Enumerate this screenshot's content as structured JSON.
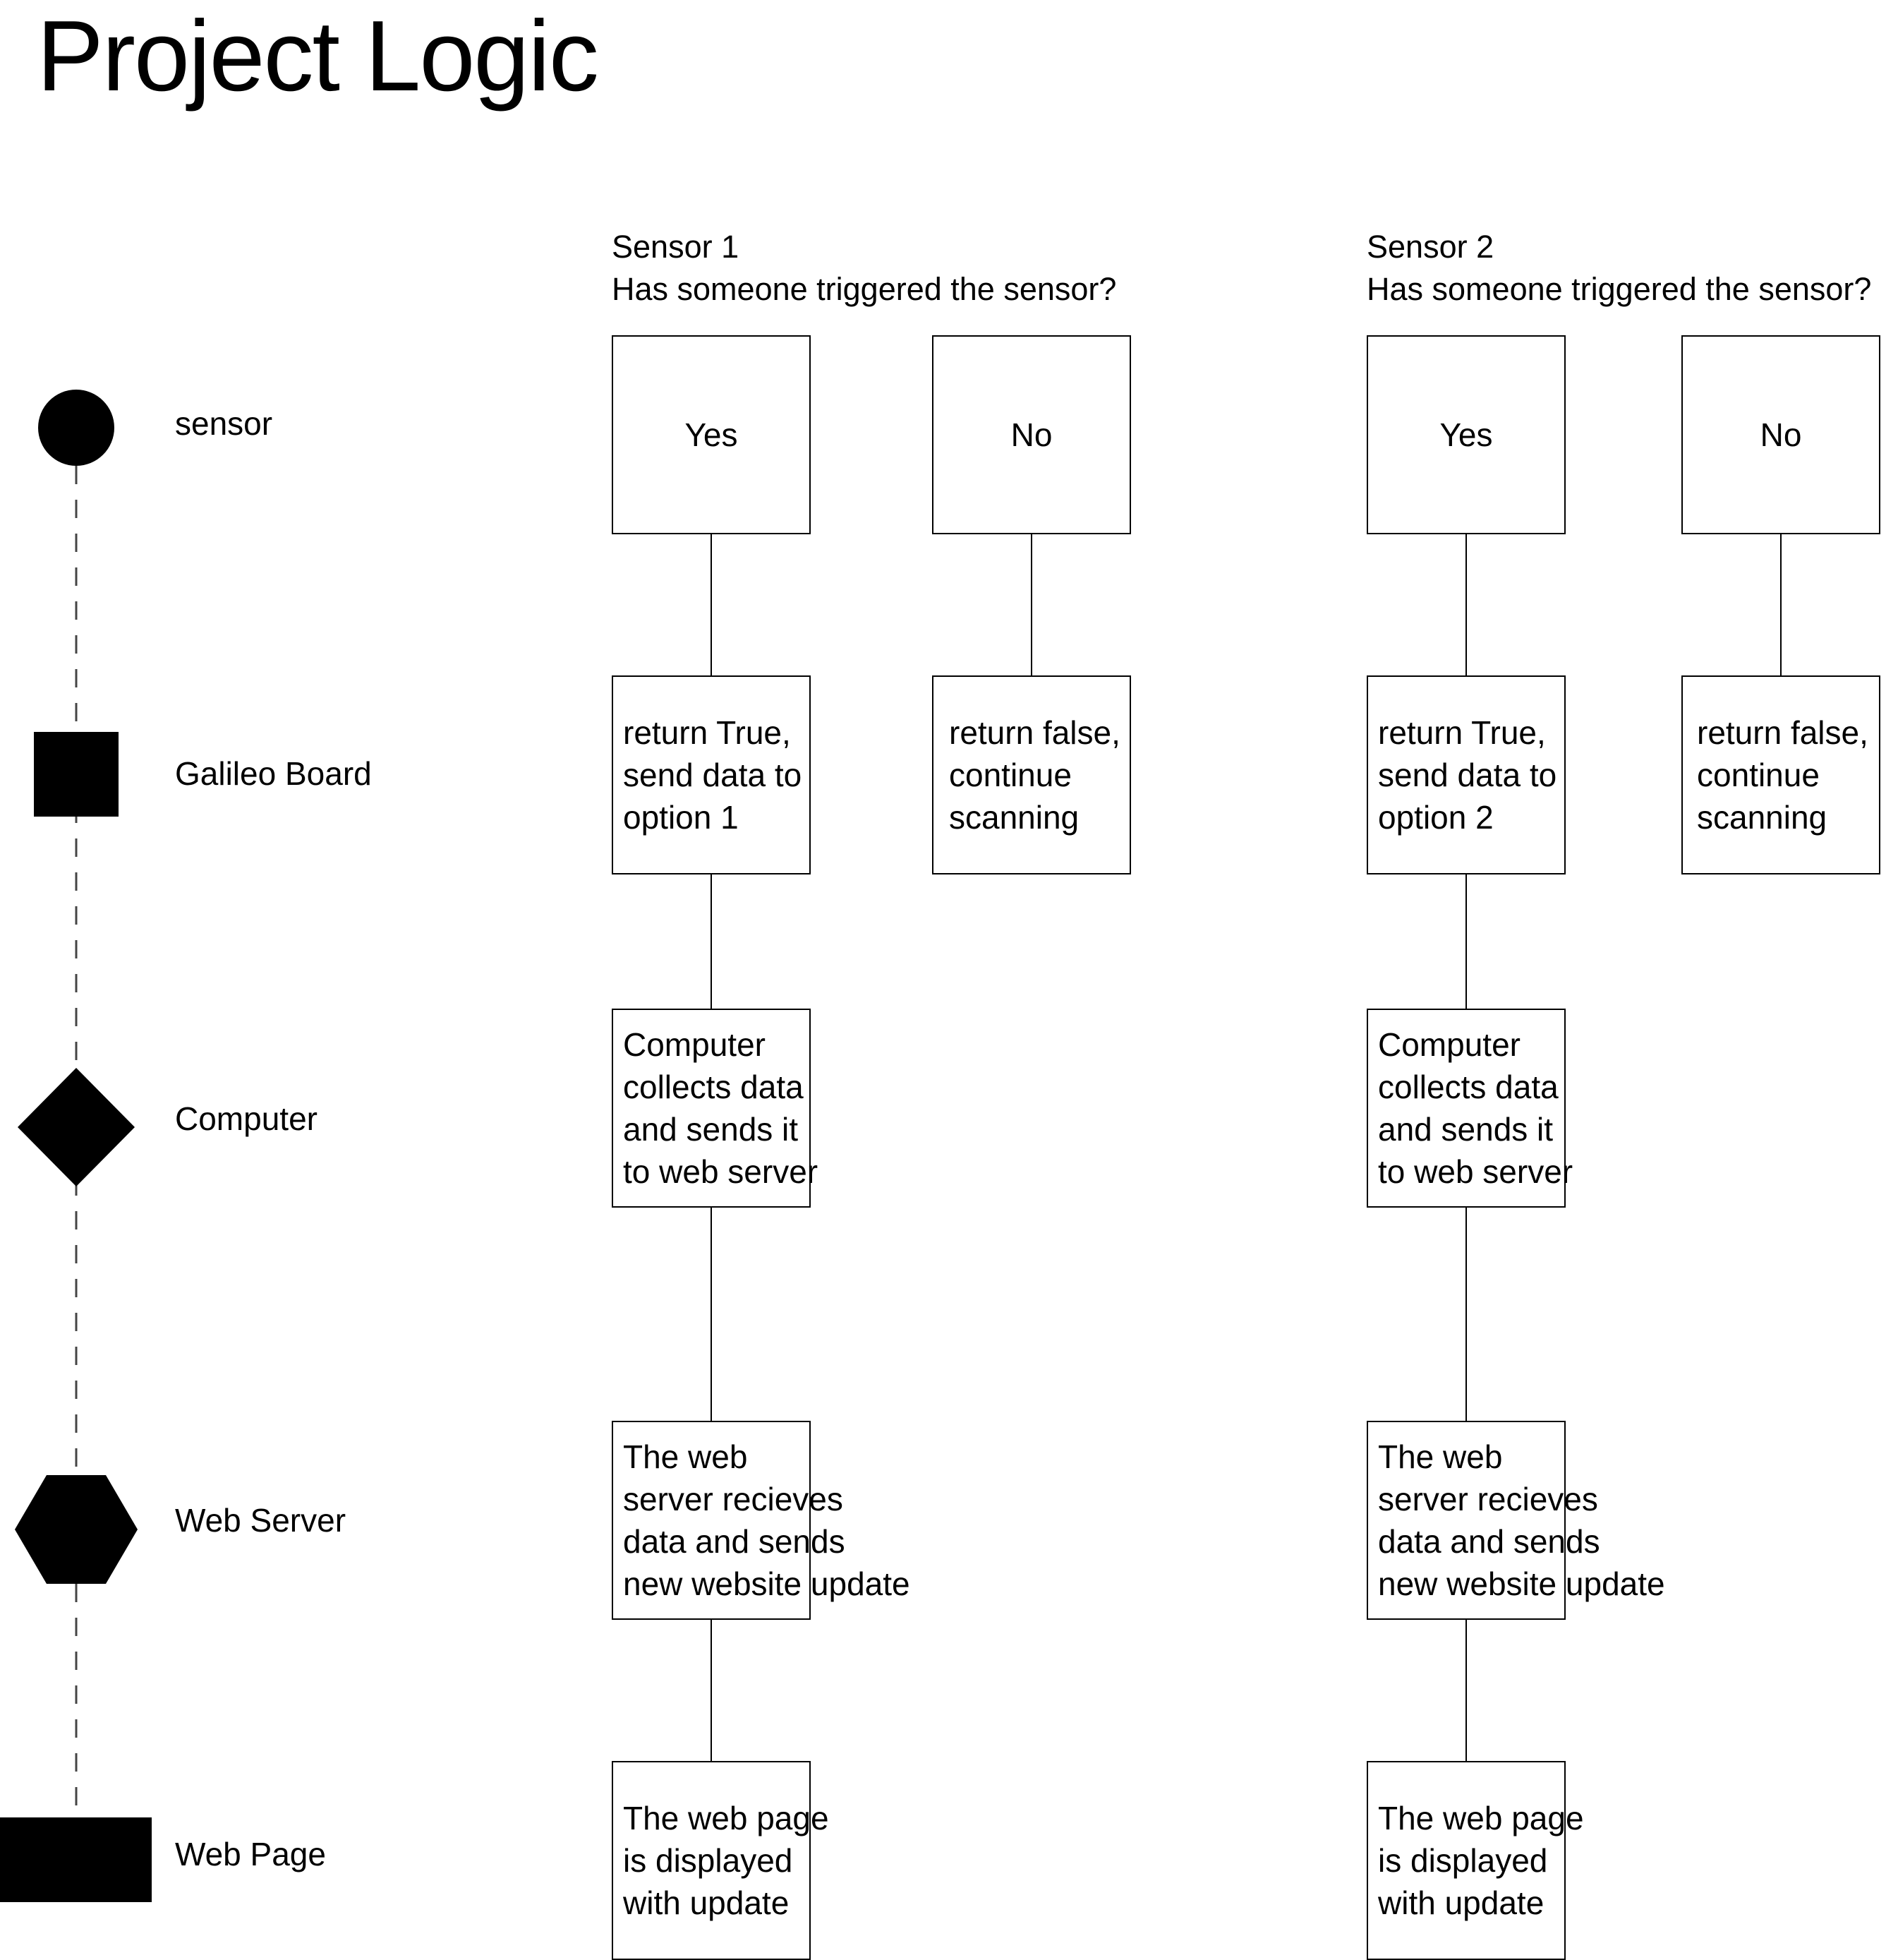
{
  "title": "Project Logic",
  "legend": [
    {
      "shape": "circle",
      "label": "sensor"
    },
    {
      "shape": "square",
      "label": "Galileo Board"
    },
    {
      "shape": "diamond",
      "label": "Computer"
    },
    {
      "shape": "hexagon",
      "label": "Web Server"
    },
    {
      "shape": "rectangle",
      "label": "Web Page"
    }
  ],
  "sensors": [
    {
      "name": "Sensor 1",
      "question": "Has someone triggered the sensor?",
      "yes": "Yes",
      "no": "No",
      "yes_result": "return True,\nsend data to\noption 1",
      "no_result": "return false,\ncontinue\nscanning",
      "computer": "Computer\ncollects data\nand sends it\nto web server",
      "web_server": "The web\nserver recieves\ndata and sends\nnew website update",
      "web_page": "The web page\nis displayed\nwith update"
    },
    {
      "name": "Sensor 2",
      "question": "Has someone triggered the sensor?",
      "yes": "Yes",
      "no": "No",
      "yes_result": "return True,\nsend data to\noption 2",
      "no_result": "return false,\ncontinue\nscanning",
      "computer": "Computer\ncollects data\nand sends it\nto web server",
      "web_server": "The web\nserver recieves\ndata and sends\nnew website update",
      "web_page": "The web page\nis displayed\nwith update"
    }
  ]
}
